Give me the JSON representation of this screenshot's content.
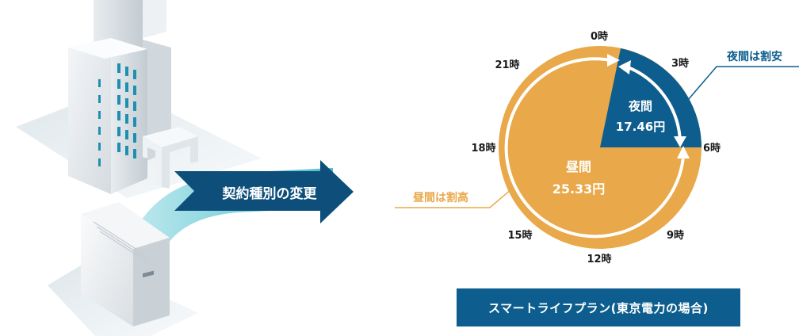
{
  "arrow_label": "契約種別の変更",
  "clock": {
    "hours": [
      "0時",
      "3時",
      "6時",
      "9時",
      "12時",
      "15時",
      "18時",
      "21時"
    ],
    "night_label": "夜間",
    "night_price": "17.46円",
    "day_label": "昼間",
    "day_price": "25.33円",
    "night_callout": "夜間は割安",
    "day_callout": "昼間は割高"
  },
  "plan_name": "スマートライフプラン(東京電力の場合)",
  "colors": {
    "day": "#e9a84a",
    "night": "#0d5e8f",
    "arrow_dark": "#0d4f7a",
    "arrow_teal": "#53c3cf"
  },
  "icons": [
    "office-building-icon",
    "electric-water-heater-icon"
  ]
}
